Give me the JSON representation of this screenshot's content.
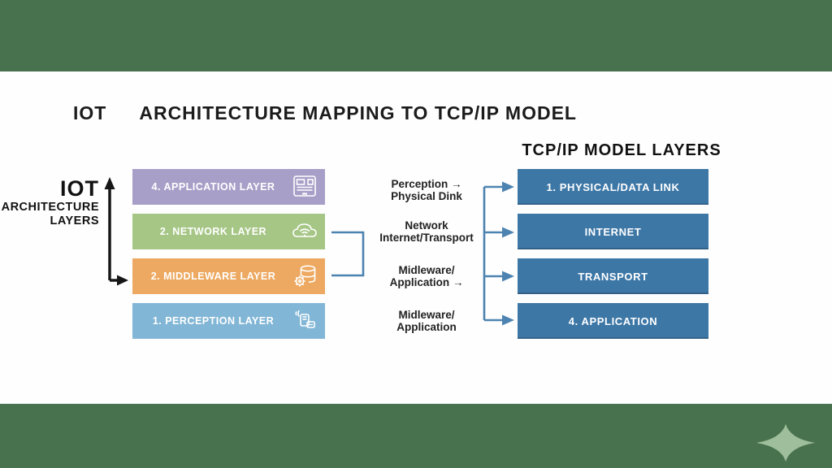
{
  "slide": {
    "title_prefix": "IOT",
    "title": "ARCHITECTURE MAPPING TO TCP/IP MODEL"
  },
  "colors": {
    "frame_green": "#48724d",
    "content_white": "#fefefe",
    "title_text": "#1b1b1b",
    "box_text": "#ffffff",
    "tcp_box_blue": "#3d77a6",
    "connector_blue": "#4d83b0",
    "arrow_black": "#161616",
    "sparkle_green": "#9fbe9b"
  },
  "iot_group": {
    "side_label": {
      "line1": "IOT",
      "line2": "ARCHITECTURE",
      "line3": "LAYERS"
    },
    "layers": [
      {
        "label": "4. APPLICATION LAYER",
        "color": "#a89fc8",
        "icon": "tablet-icon"
      },
      {
        "label": "2. NETWORK LAYER",
        "color": "#a6c686",
        "icon": "cloud-wifi-icon"
      },
      {
        "label": "2. MIDDLEWARE LAYER",
        "color": "#eda961",
        "icon": "database-gear-icon"
      },
      {
        "label": "1. PERCEPTION LAYER",
        "color": "#81b6d6",
        "icon": "sensor-signal-icon"
      }
    ]
  },
  "mappings": [
    {
      "line1": "Perception →",
      "line2": "Physical Dink"
    },
    {
      "line1": "Network",
      "line2": "Internet/Transport"
    },
    {
      "line1": "Midleware/",
      "line2": "Application →"
    },
    {
      "line1": "Midleware/",
      "line2": "Application"
    }
  ],
  "tcp_group": {
    "header": "TCP/IP MODEL LAYERS",
    "layers": [
      {
        "label": "1. PHYSICAL/DATA LINK"
      },
      {
        "label": "INTERNET"
      },
      {
        "label": "TRANSPORT"
      },
      {
        "label": "4. APPLICATION"
      }
    ]
  }
}
